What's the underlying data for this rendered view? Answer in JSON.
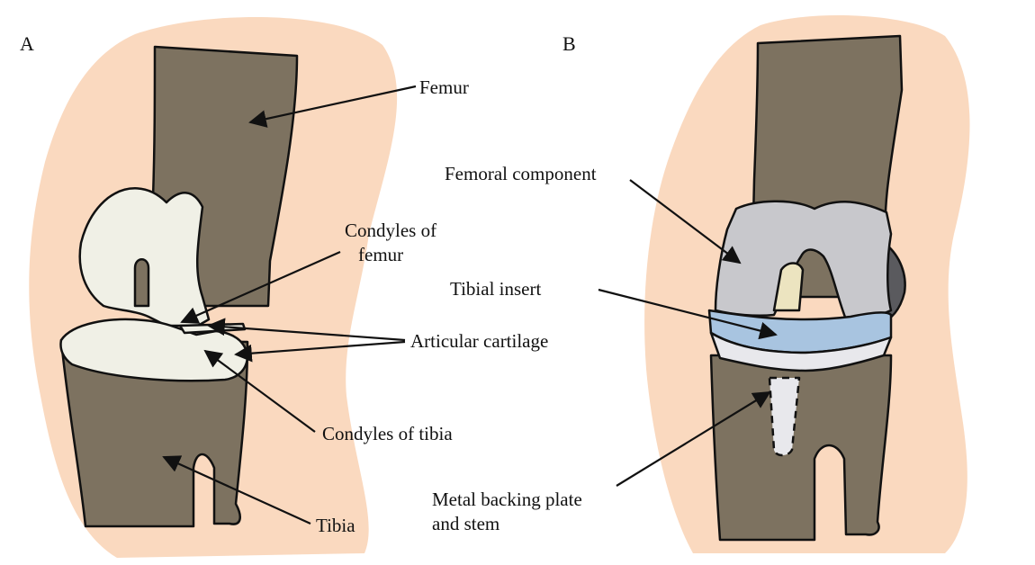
{
  "panels": {
    "a": "A",
    "b": "B"
  },
  "labels": {
    "femur": "Femur",
    "condyles_femur_1": "Condyles of",
    "condyles_femur_2": "femur",
    "articular_cartilage": "Articular cartilage",
    "condyles_tibia": "Condyles of tibia",
    "tibia": "Tibia",
    "femoral_component": "Femoral component",
    "tibial_insert": "Tibial insert",
    "metal_plate_1": "Metal backing plate",
    "metal_plate_2": "and stem"
  },
  "colors": {
    "skin": "#fad9bf",
    "bone": "#7d7260",
    "cartilage": "#f0f0e6",
    "metal": "#c8c8cc",
    "metal_dark": "#5a5a5e",
    "insert": "#a8c4e0"
  }
}
